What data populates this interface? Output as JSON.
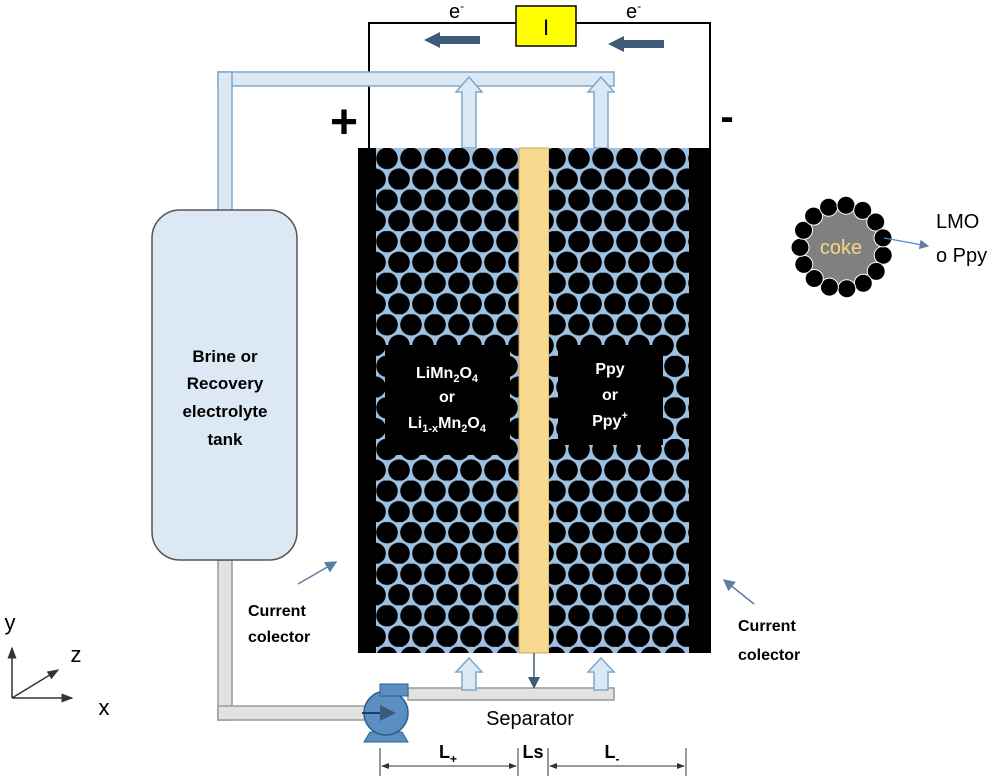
{
  "circuit": {
    "electron_left": "e",
    "electron_right": "e",
    "electron_charge": "-",
    "current_box": "I",
    "plus": "+",
    "minus": "-"
  },
  "tank": {
    "line1": "Brine or",
    "line2": "Recovery",
    "line3": "electrolyte",
    "line4": "tank"
  },
  "positive_electrode": {
    "label_line1_base": "LiMn",
    "sub1": "2",
    "label_line1_o": "O",
    "sub2": "4",
    "label_line2": "or",
    "label_line3_li": "Li",
    "sub3": "1-x",
    "label_line3_mn": "Mn",
    "sub4": "2",
    "label_line3_o": "O",
    "sub5": "4"
  },
  "negative_electrode": {
    "line1": "Ppy",
    "line2": "or",
    "line3_base": "Ppy",
    "line3_sup": "+"
  },
  "particle": {
    "core": "coke",
    "shell_line1": "LMO",
    "shell_line2": "o Ppy"
  },
  "collectors": {
    "left_line1": "Current",
    "left_line2": "colector",
    "right_line1": "Current",
    "right_line2": "colector"
  },
  "separator_label": "Separator",
  "dims": {
    "l_plus_base": "L",
    "l_plus_sub": "+",
    "ls": "Ls",
    "l_minus_base": "L",
    "l_minus_sub": "-"
  },
  "axes": {
    "y": "y",
    "z": "z",
    "x": "x"
  },
  "colors": {
    "pipe_fill": "#dbe9f5",
    "pipe_stroke": "#7fa7c9",
    "tank_fill": "#dce9f5",
    "separator": "#f7d98f",
    "current_box": "#ffff00",
    "electrode_bg": "#000000",
    "gap": "#b9d3ea",
    "arrow": "#3a5a7a",
    "pump": "#5b8fc4"
  }
}
